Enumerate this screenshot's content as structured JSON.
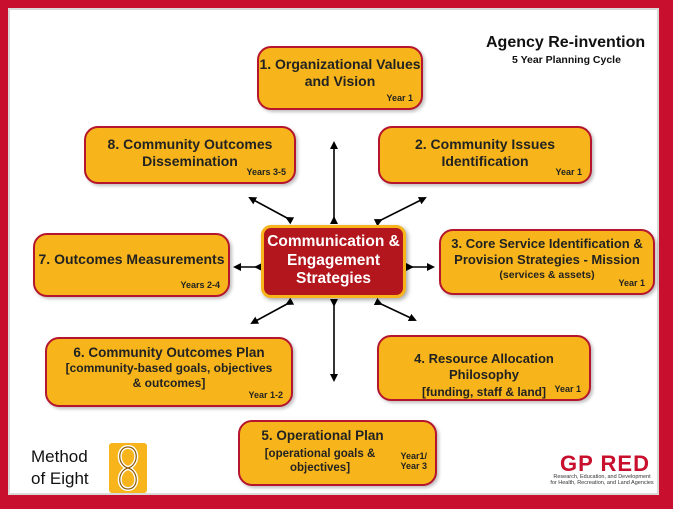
{
  "title": "Agency Re-invention",
  "subtitle": "5 Year Planning Cycle",
  "center": {
    "lines": [
      "Communication &",
      "Engagement",
      "Strategies"
    ]
  },
  "boxes": {
    "b1": {
      "lines": [
        "1. Organizational Values",
        "and Vision"
      ],
      "year": "Year 1"
    },
    "b2": {
      "lines": [
        "2. Community Issues",
        "Identification"
      ],
      "year": "Year 1"
    },
    "b3": {
      "lines": [
        "3. Core Service Identification &",
        "Provision Strategies  - Mission"
      ],
      "sub": "(services & assets)",
      "year": "Year 1"
    },
    "b4": {
      "lines": [
        "4. Resource Allocation Philosophy"
      ],
      "sub": "[funding, staff & land]",
      "year": "Year 1"
    },
    "b5": {
      "lines": [
        "5. Operational Plan"
      ],
      "sub": [
        "[operational goals &",
        "objectives]"
      ],
      "year": [
        "Year1/",
        "Year 3"
      ]
    },
    "b6": {
      "lines": [
        "6. Community Outcomes Plan"
      ],
      "sub": [
        "[community-based goals, objectives",
        "& outcomes]"
      ],
      "year": "Year 1-2"
    },
    "b7": {
      "lines": [
        "7. Outcomes Measurements"
      ],
      "year": "Years 2-4"
    },
    "b8": {
      "lines": [
        "8. Community Outcomes",
        "Dissemination"
      ],
      "year": "Years 3-5"
    }
  },
  "brand": {
    "line1": "Method",
    "line2": "of Eight",
    "logo": "figure-eight-icon"
  },
  "partner": {
    "name": "GP RED",
    "tagline": [
      "Research, Education, and Development",
      "for Health, Recreation, and Land Agencies"
    ]
  },
  "colors": {
    "border": "#c8102e",
    "box_fill": "#f7b51b",
    "box_border": "#b6162d",
    "center_fill": "#b3161d"
  }
}
